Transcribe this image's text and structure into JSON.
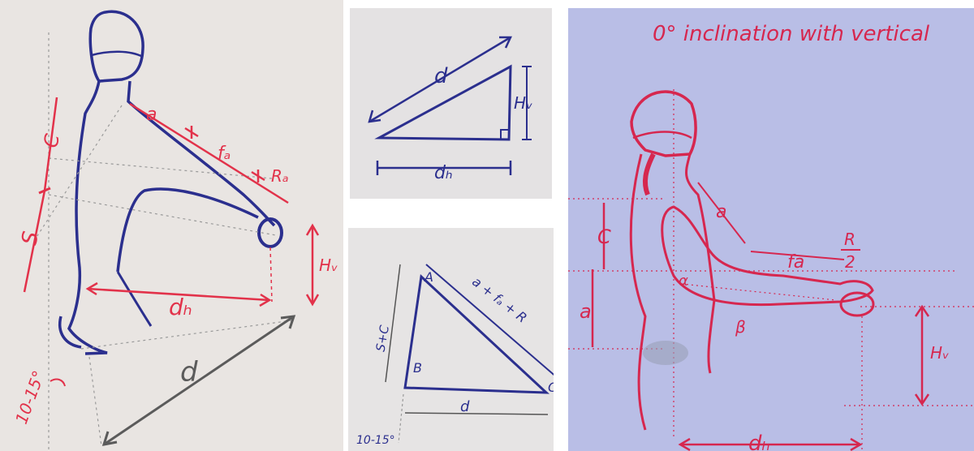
{
  "colors": {
    "ink_blue": "#2b2f8e",
    "ink_red": "#e2324a",
    "ink_pink": "#d6274f",
    "ink_grey": "#5b5b5b",
    "paper_left": "#e9e5e2",
    "paper_right": "#b9bee6"
  },
  "panel1": {
    "labels": {
      "a": "a",
      "fa": "fₐ",
      "ra": "Rₐ",
      "c": "C",
      "s": "S",
      "hv": "Hᵥ",
      "dh": "dₕ",
      "d": "d",
      "angle": "10-15°"
    }
  },
  "panel2": {
    "labels": {
      "d": "d",
      "hv": "Hᵥ",
      "dh": "dₕ"
    }
  },
  "panel3": {
    "labels": {
      "a": "A",
      "b": "B",
      "c": "C",
      "hyp": "a + fₐ + R",
      "side": "S+C",
      "base": "d",
      "angle": "10-15°"
    }
  },
  "panel4": {
    "title": "0° inclination with vertical",
    "labels": {
      "a_top": "a",
      "fa": "fa",
      "r_num": "R",
      "r_den": "2",
      "c": "C",
      "a_left": "a",
      "alpha": "α",
      "beta": "β",
      "hv": "Hᵥ",
      "dh": "dₕ"
    }
  }
}
